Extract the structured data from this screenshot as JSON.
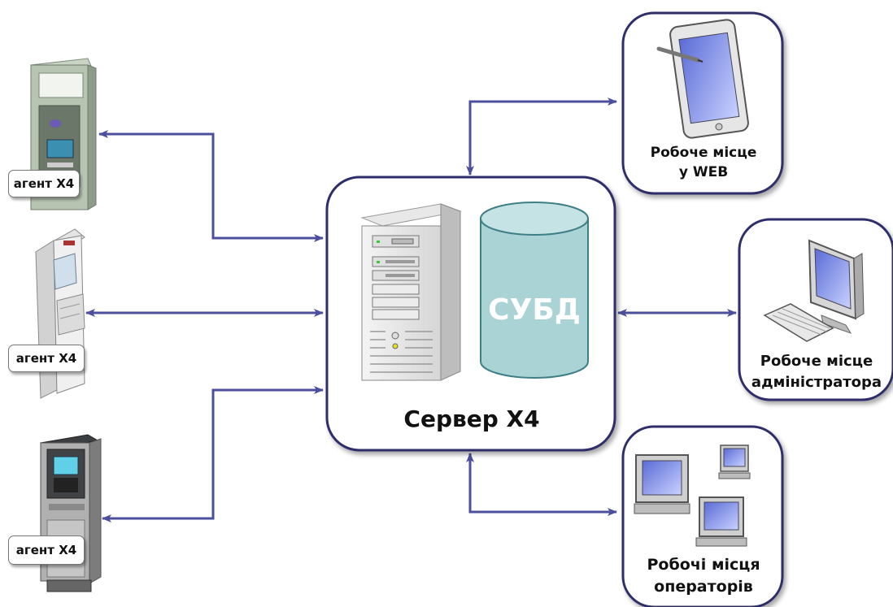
{
  "colors": {
    "arrow": "#4B4F9C",
    "frame": "#2E2D6B",
    "db_fill": "#A9D3D5",
    "db_stroke": "#3E7F86"
  },
  "server": {
    "title": "Сервер X4",
    "db_label": "СУБД"
  },
  "agents": [
    {
      "label": "агент X4",
      "device": "atm-wall-icon"
    },
    {
      "label": "агент X4",
      "device": "kiosk-icon"
    },
    {
      "label": "агент X4",
      "device": "atm-standalone-icon"
    }
  ],
  "workplaces": {
    "web": {
      "line1": "Робоче місце",
      "line2": "у WEB",
      "icon": "tablet-icon"
    },
    "admin": {
      "line1": "Робоче місце",
      "line2": "адміністратора",
      "icon": "monitor-keyboard-icon"
    },
    "operators": {
      "line1": "Робочі місця",
      "line2": "операторів",
      "icon": "computers-icon"
    }
  }
}
